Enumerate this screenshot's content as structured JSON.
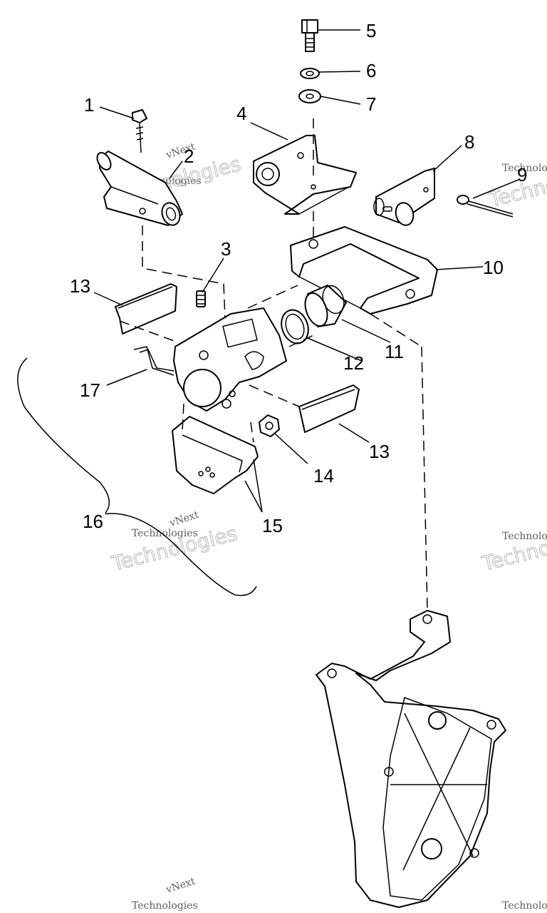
{
  "callouts": {
    "c1": "1",
    "c2": "2",
    "c3": "3",
    "c4": "4",
    "c5": "5",
    "c6": "6",
    "c7": "7",
    "c8": "8",
    "c9": "9",
    "c10": "10",
    "c11": "11",
    "c12": "12",
    "c13a": "13",
    "c13b": "13",
    "c14": "14",
    "c15": "15",
    "c16": "16",
    "c17": "17"
  },
  "watermark": {
    "line1": "vNext",
    "line2": "Technologies",
    "big": "Technologies"
  }
}
